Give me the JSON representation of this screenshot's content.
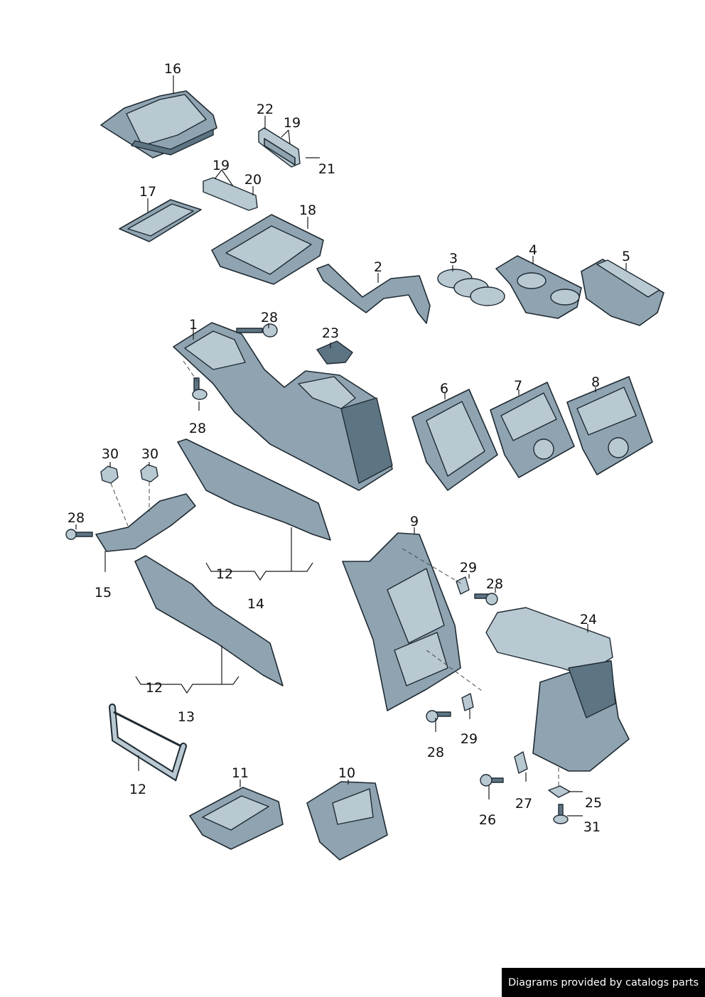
{
  "credit": "Diagrams provided by catalogs parts",
  "callouts": [
    "16",
    "22",
    "19",
    "21",
    "19",
    "20",
    "17",
    "18",
    "2",
    "3",
    "4",
    "5",
    "1",
    "28",
    "23",
    "28",
    "6",
    "7",
    "8",
    "30",
    "30",
    "28",
    "15",
    "12",
    "14",
    "9",
    "29",
    "28",
    "24",
    "12",
    "13",
    "28",
    "29",
    "12",
    "11",
    "10",
    "26",
    "27",
    "25",
    "31"
  ],
  "parts": [
    "storage-tray",
    "switch-blank",
    "switch-cover",
    "insert-mat",
    "gear-trim-frame",
    "air-duct",
    "cup-mat",
    "cup-holder",
    "cup-holder-with-cover",
    "center-console",
    "retaining-screw",
    "socket",
    "trim-panel-6",
    "trim-panel-7",
    "trim-panel-8",
    "hex-nut",
    "bracket",
    "side-cover",
    "rear-section",
    "clip-nut",
    "armrest",
    "handle-bar",
    "drawer-11",
    "drawer-10",
    "bolt",
    "clip",
    "spring-clip",
    "stud"
  ]
}
